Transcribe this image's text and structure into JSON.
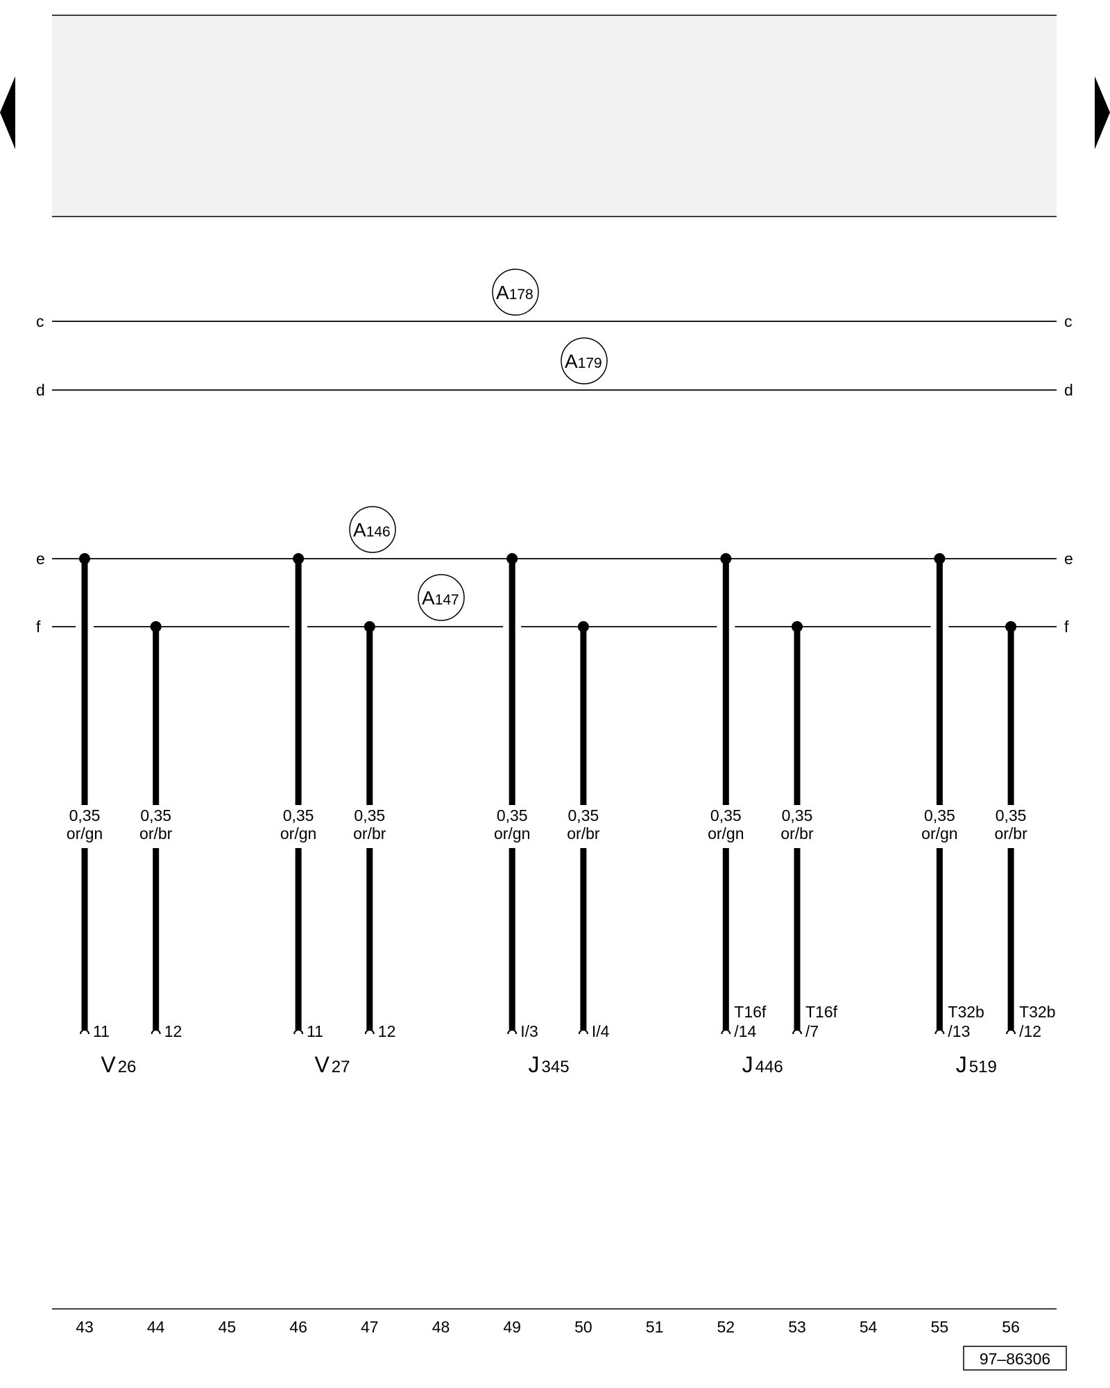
{
  "header_box": {
    "fill": "#f2f2f2"
  },
  "navigation": {
    "prev_icon": "triangle-left-icon",
    "next_icon": "triangle-right-icon"
  },
  "buses": [
    {
      "id": "c",
      "left_label": "c",
      "right_label": "c"
    },
    {
      "id": "d",
      "left_label": "d",
      "right_label": "d"
    },
    {
      "id": "e",
      "left_label": "e",
      "right_label": "e"
    },
    {
      "id": "f",
      "left_label": "f",
      "right_label": "f"
    }
  ],
  "bus_markers": [
    {
      "bus": "c",
      "letter": "A",
      "number": "178"
    },
    {
      "bus": "d",
      "letter": "A",
      "number": "179"
    },
    {
      "bus": "e",
      "letter": "A",
      "number": "146"
    },
    {
      "bus": "f",
      "letter": "A",
      "number": "147"
    }
  ],
  "wires": [
    {
      "column": "43",
      "bus": "e",
      "size": "0,35",
      "color_code": "or/gn",
      "pin_line1": "",
      "pin_line2": "11"
    },
    {
      "column": "44",
      "bus": "f",
      "size": "0,35",
      "color_code": "or/br",
      "pin_line1": "",
      "pin_line2": "12"
    },
    {
      "column": "46",
      "bus": "e",
      "size": "0,35",
      "color_code": "or/gn",
      "pin_line1": "",
      "pin_line2": "11"
    },
    {
      "column": "47",
      "bus": "f",
      "size": "0,35",
      "color_code": "or/br",
      "pin_line1": "",
      "pin_line2": "12"
    },
    {
      "column": "49",
      "bus": "e",
      "size": "0,35",
      "color_code": "or/gn",
      "pin_line1": "",
      "pin_line2": "I/3"
    },
    {
      "column": "50",
      "bus": "f",
      "size": "0,35",
      "color_code": "or/br",
      "pin_line1": "",
      "pin_line2": "I/4"
    },
    {
      "column": "52",
      "bus": "e",
      "size": "0,35",
      "color_code": "or/gn",
      "pin_line1": "T16f",
      "pin_line2": "/14"
    },
    {
      "column": "53",
      "bus": "f",
      "size": "0,35",
      "color_code": "or/br",
      "pin_line1": "T16f",
      "pin_line2": "/7"
    },
    {
      "column": "55",
      "bus": "e",
      "size": "0,35",
      "color_code": "or/gn",
      "pin_line1": "T32b",
      "pin_line2": "/13"
    },
    {
      "column": "56",
      "bus": "f",
      "size": "0,35",
      "color_code": "or/br",
      "pin_line1": "T32b",
      "pin_line2": "/12"
    }
  ],
  "components": [
    {
      "letter": "V",
      "number": "26",
      "columns": [
        "43",
        "44"
      ]
    },
    {
      "letter": "V",
      "number": "27",
      "columns": [
        "46",
        "47"
      ]
    },
    {
      "letter": "J",
      "number": "345",
      "columns": [
        "49",
        "50"
      ]
    },
    {
      "letter": "J",
      "number": "446",
      "columns": [
        "52",
        "53"
      ]
    },
    {
      "letter": "J",
      "number": "519",
      "columns": [
        "55",
        "56"
      ]
    }
  ],
  "column_numbers": [
    "43",
    "44",
    "45",
    "46",
    "47",
    "48",
    "49",
    "50",
    "51",
    "52",
    "53",
    "54",
    "55",
    "56"
  ],
  "diagram_id": "97–86306"
}
